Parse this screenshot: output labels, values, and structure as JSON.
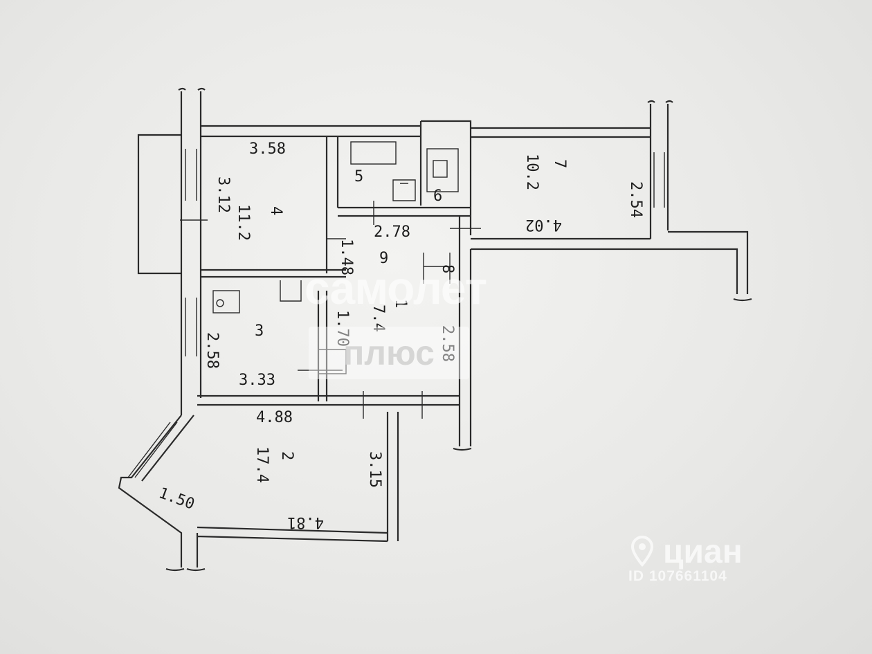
{
  "rooms": [
    {
      "id": "4",
      "number": "4",
      "area": "11.2",
      "dims": [
        "3.58",
        "3.12"
      ]
    },
    {
      "id": "5",
      "number": "5"
    },
    {
      "id": "6",
      "number": "6"
    },
    {
      "id": "7",
      "number": "7",
      "area": "10.2",
      "dims": [
        "4.02",
        "2.54"
      ]
    },
    {
      "id": "9",
      "number": "9",
      "dims": [
        "2.78",
        "1.48"
      ]
    },
    {
      "id": "8",
      "number": "8"
    },
    {
      "id": "3",
      "number": "3",
      "dims": [
        "2.58",
        "3.33"
      ]
    },
    {
      "id": "1",
      "number": "1",
      "area": "7.4",
      "dims": [
        "1.70",
        "2.58"
      ]
    },
    {
      "id": "2",
      "number": "2",
      "area": "17.4",
      "dims": [
        "4.88",
        "3.15",
        "4.81",
        "1.50"
      ]
    }
  ],
  "watermark": {
    "brand": "самолет",
    "sub": "плюс"
  },
  "cian": {
    "logo": "циан",
    "id": "ID 107661104"
  }
}
